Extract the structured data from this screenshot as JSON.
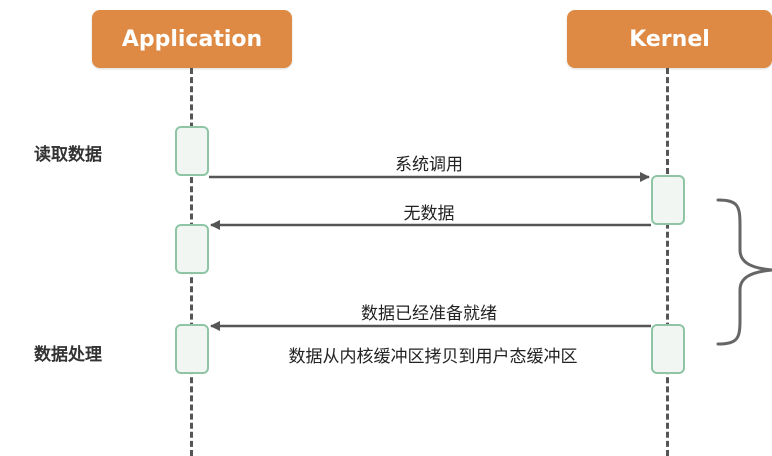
{
  "actors": {
    "application": "Application",
    "kernel": "Kernel"
  },
  "side_labels": {
    "read_data": "读取数据",
    "process_data": "数据处理"
  },
  "messages": {
    "system_call": "系统调用",
    "no_data": "无数据",
    "data_ready": "数据已经准备就绪",
    "copy_data": "数据从内核缓冲区拷贝到用户态缓冲区"
  },
  "colors": {
    "actor_fill": "#de8a44",
    "actor_text": "#ffffff",
    "activation_border": "#8fc5a5",
    "activation_fill": "#f2f6f3",
    "arrow": "#555555",
    "brace": "#666666"
  }
}
